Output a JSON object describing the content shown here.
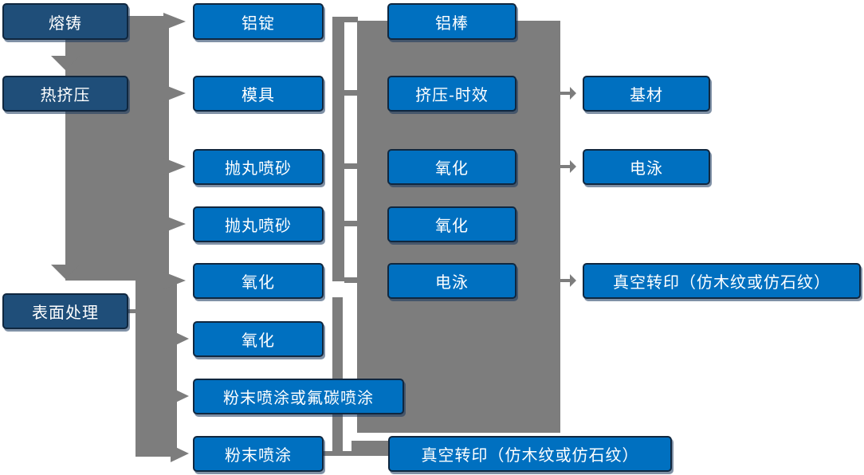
{
  "diagram": {
    "type": "flowchart",
    "colors": {
      "stage_box": "#1F4E79",
      "process_box": "#0070C0",
      "connector": "#7D7D7D",
      "text": "#FFFFFF"
    },
    "stage_column": [
      "熔铸",
      "热挤压",
      "表面处理"
    ],
    "nodes": [
      {
        "label": "熔铸"
      },
      {
        "label": "热挤压"
      },
      {
        "label": "表面处理"
      },
      {
        "label": "铝锭"
      },
      {
        "label": "模具"
      },
      {
        "label": "抛丸喷砂"
      },
      {
        "label": "抛丸喷砂"
      },
      {
        "label": "氧化"
      },
      {
        "label": "氧化"
      },
      {
        "label": "粉末喷涂或氟碳喷涂"
      },
      {
        "label": "粉末喷涂"
      },
      {
        "label": "铝棒"
      },
      {
        "label": "挤压-时效"
      },
      {
        "label": "氧化"
      },
      {
        "label": "氧化"
      },
      {
        "label": "电泳"
      },
      {
        "label": "真空转印（仿木纹或仿石纹）"
      },
      {
        "label": "基材"
      },
      {
        "label": "电泳"
      },
      {
        "label": "真空转印（仿木纹或仿石纹）"
      }
    ]
  }
}
